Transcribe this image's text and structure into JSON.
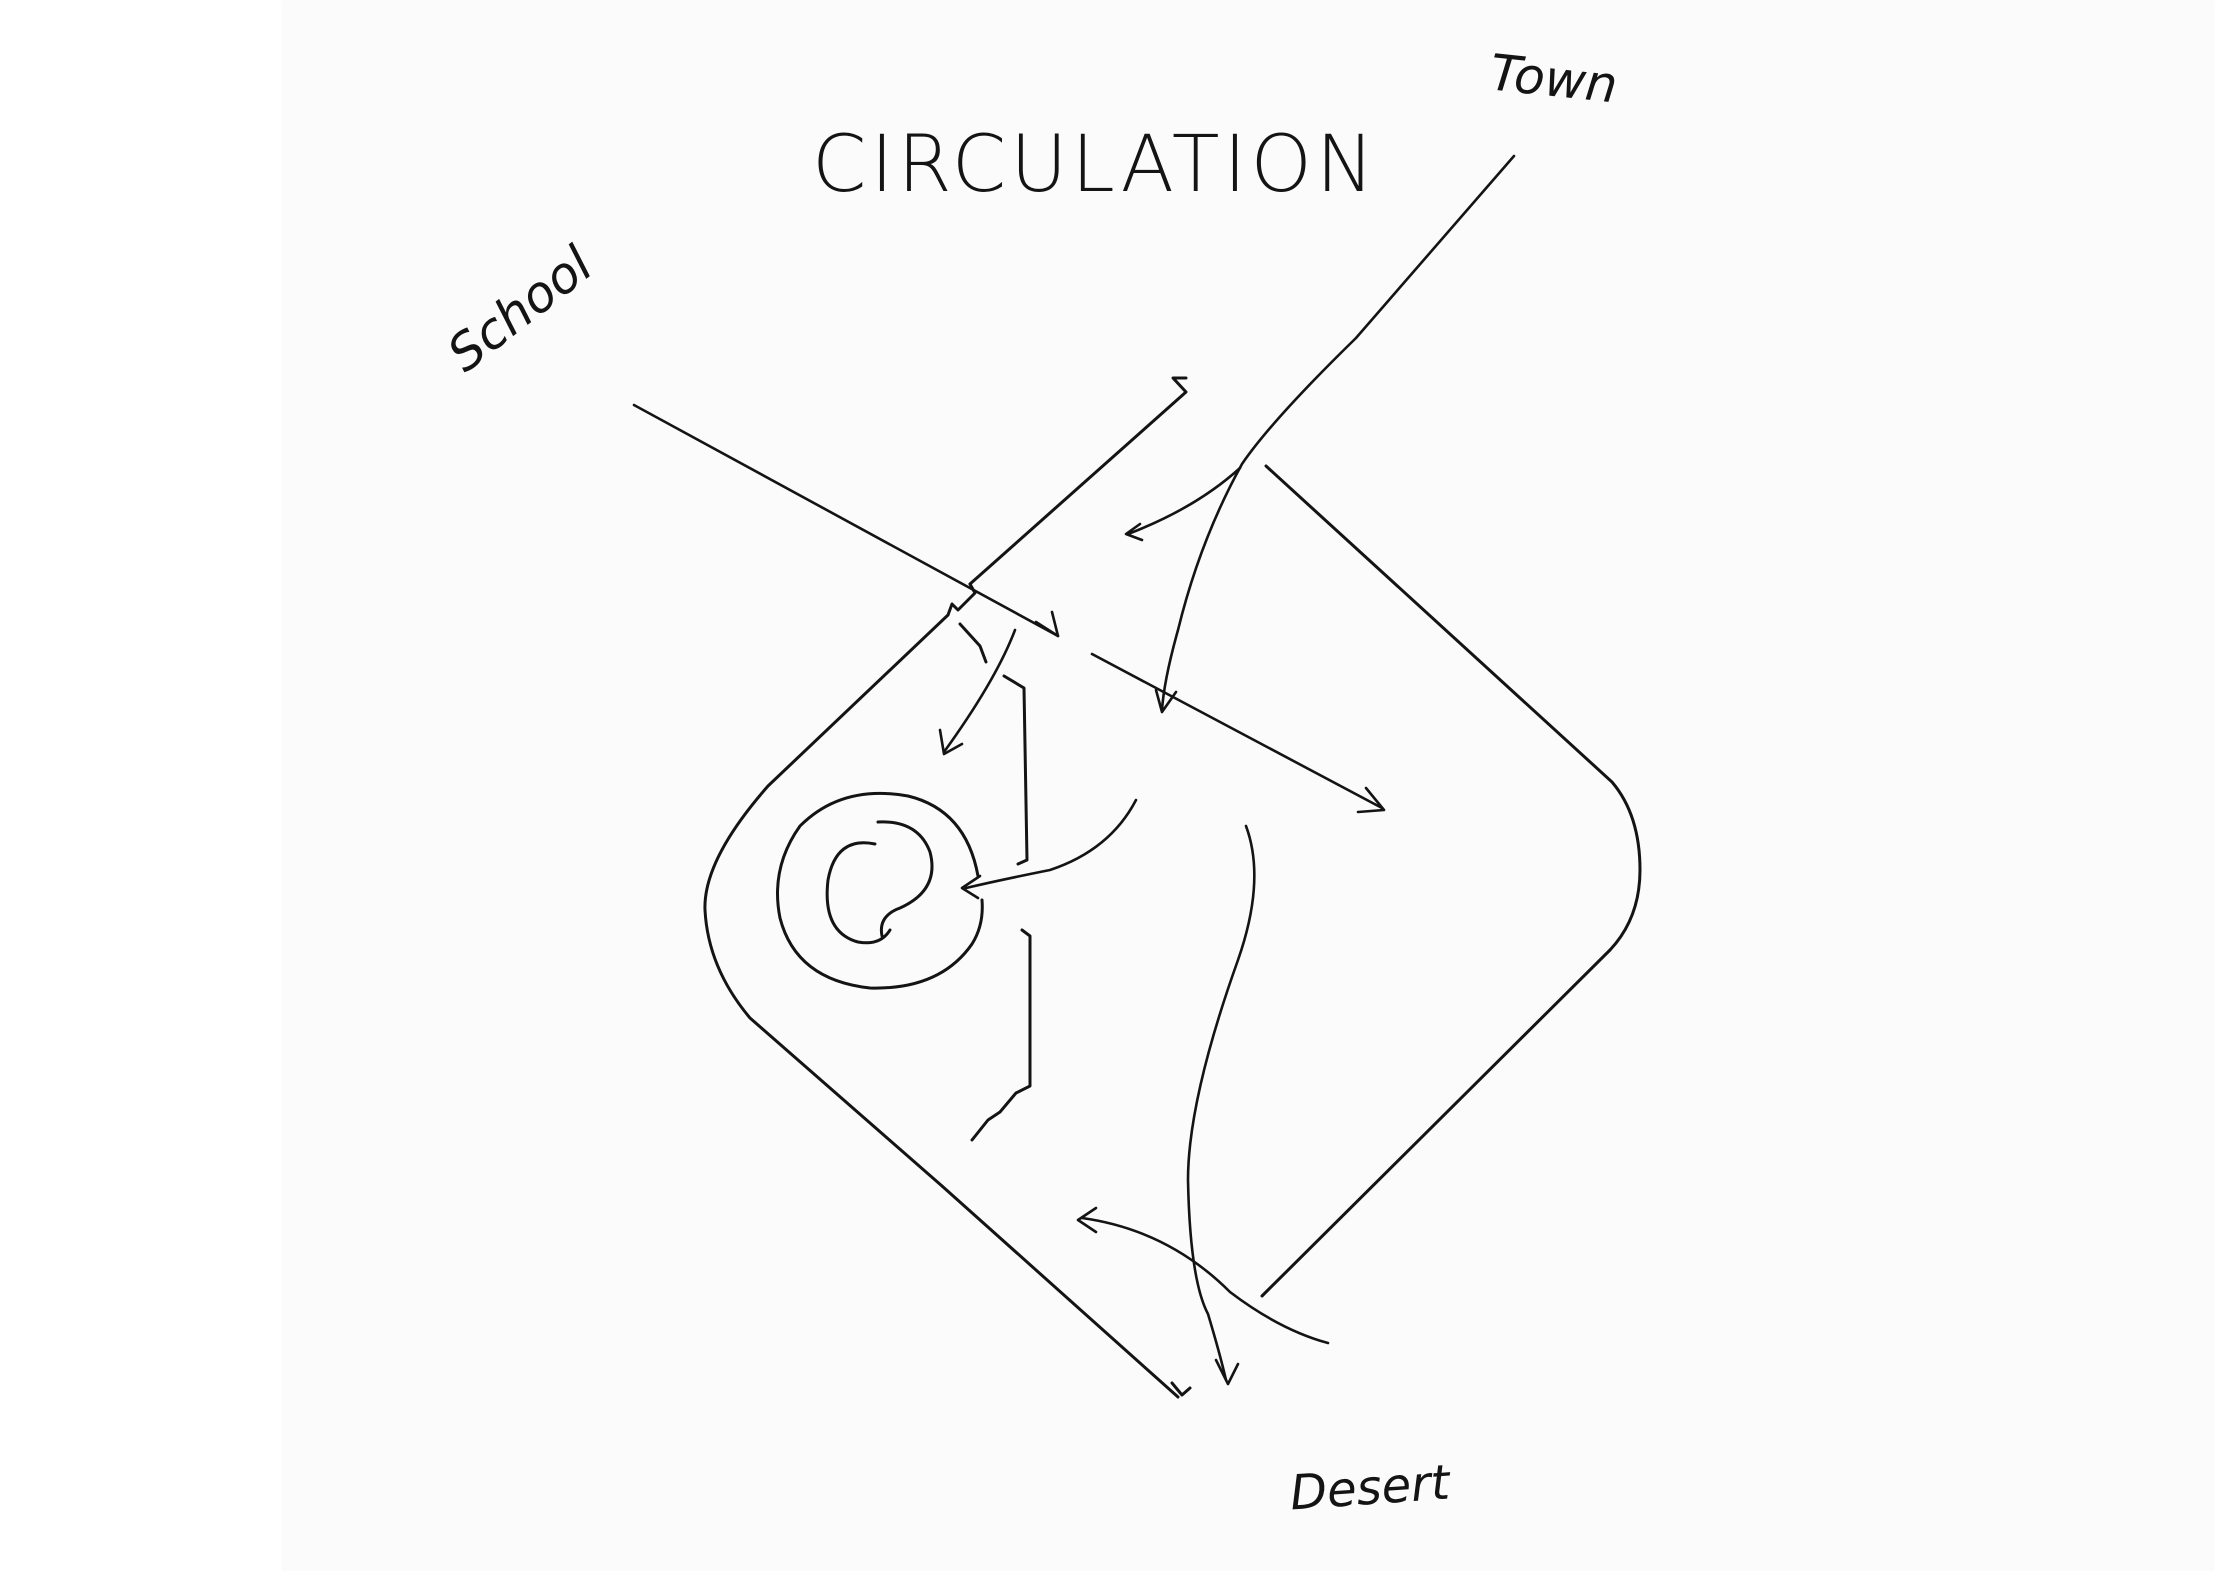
{
  "diagram": {
    "title": "CIRCULATION",
    "labels": {
      "town": "Town",
      "school": "School",
      "desert": "Desert"
    },
    "stroke_color": "#141414",
    "paper_color": "#fbfbfb"
  }
}
